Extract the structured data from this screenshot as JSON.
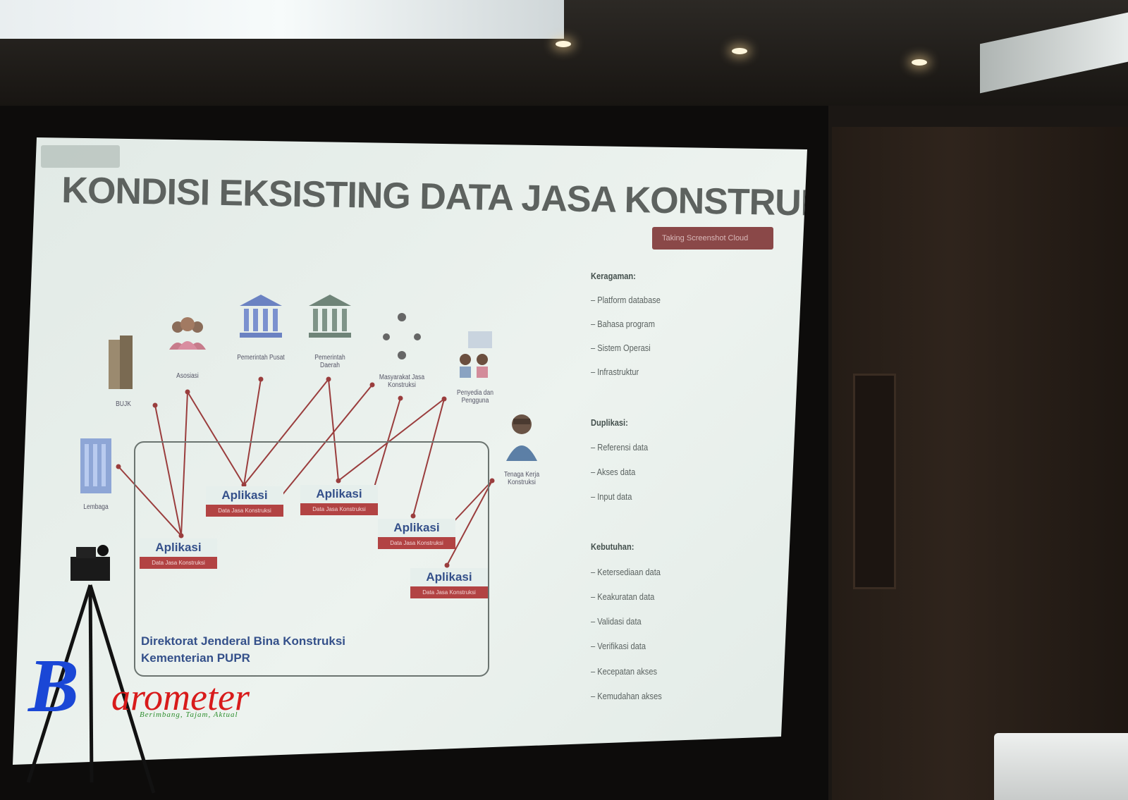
{
  "slide": {
    "title": "KONDISI EKSISTING DATA JASA KONSTRUKSI",
    "overlay_badge": "Taking Screenshot Cloud",
    "stakeholders": [
      {
        "key": "bumn",
        "label": "BUJK"
      },
      {
        "key": "asosiasi",
        "label": "Asosiasi"
      },
      {
        "key": "pusat",
        "label": "Pemerintah Pusat"
      },
      {
        "key": "daerah",
        "label": "Pemerintah Daerah"
      },
      {
        "key": "masyarakat",
        "label": "Masyarakat Jasa Konstruksi"
      },
      {
        "key": "penyedia",
        "label": "Penyedia dan Pengguna"
      },
      {
        "key": "lembaga",
        "label": "Lembaga"
      },
      {
        "key": "tenaga",
        "label": "Tenaga Kerja Konstruksi"
      }
    ],
    "apps": [
      {
        "name": "Aplikasi",
        "tag": "Data Jasa Konstruksi"
      },
      {
        "name": "Aplikasi",
        "tag": "Data Jasa Konstruksi"
      },
      {
        "name": "Aplikasi",
        "tag": "Data Jasa Konstruksi"
      },
      {
        "name": "Aplikasi",
        "tag": "Data Jasa Konstruksi"
      },
      {
        "name": "Aplikasi",
        "tag": "Data Jasa Konstruksi"
      }
    ],
    "directorate": [
      "Direktorat Jenderal Bina Konstruksi",
      "Kementerian PUPR"
    ],
    "sidebar": {
      "keragaman": {
        "heading": "Keragaman:",
        "items": [
          "– Platform database",
          "– Bahasa program",
          "– Sistem Operasi",
          "– Infrastruktur"
        ]
      },
      "duplikasi": {
        "heading": "Duplikasi:",
        "items": [
          "– Referensi data",
          "– Akses data",
          "– Input data"
        ]
      },
      "kebutuhan": {
        "heading": "Kebutuhan:",
        "items": [
          "– Ketersediaan data",
          "– Keakuratan data",
          "– Validasi data",
          "– Verifikasi data",
          "– Kecepatan akses",
          "– Kemudahan akses"
        ]
      }
    }
  },
  "watermark": {
    "letter": "B",
    "rest": "arometer",
    "tagline": "Berimbang, Tajam, Aktual"
  },
  "colors": {
    "slide_bg": "#e6eeea",
    "title": "#5d625f",
    "app_name": "#34508a",
    "app_tag": "#b24343",
    "logo_blue": "#1a47d6",
    "logo_red": "#d81b1b",
    "logo_green": "#2f8f2f"
  }
}
